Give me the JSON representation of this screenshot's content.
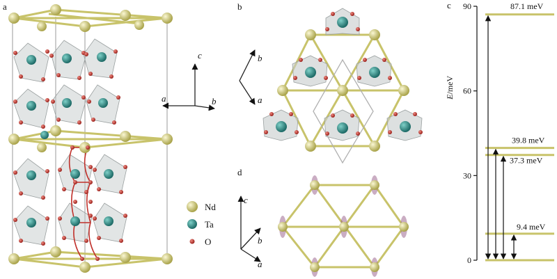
{
  "panels": {
    "a": "a",
    "b": "b",
    "c": "c",
    "d": "d"
  },
  "axes_a": {
    "a": "a",
    "b": "b",
    "c": "c"
  },
  "axes_b": {
    "a": "a",
    "b": "b"
  },
  "axes_d": {
    "a": "a",
    "b": "b",
    "c": "c"
  },
  "legend": [
    {
      "label": "Nd",
      "color": "#d8d27a"
    },
    {
      "label": "Ta",
      "color": "#2e8b86"
    },
    {
      "label": "O",
      "color": "#c0302a"
    }
  ],
  "chart_data": {
    "type": "energy-level",
    "ylabel_italic": "E",
    "ylabel_unit": "/meV",
    "ylim": [
      0,
      90
    ],
    "yticks": [
      0,
      30,
      60,
      90
    ],
    "levels": [
      {
        "value": 0,
        "label": ""
      },
      {
        "value": 9.4,
        "label": "9.4 meV"
      },
      {
        "value": 37.3,
        "label": "37.3 meV"
      },
      {
        "value": 39.8,
        "label": "39.8 meV"
      },
      {
        "value": 87.1,
        "label": "87.1 meV"
      }
    ],
    "transitions_to": [
      87.1,
      39.8,
      37.3,
      9.4
    ],
    "colors": {
      "level": "#c8c36a",
      "arrow": "#111111"
    }
  }
}
